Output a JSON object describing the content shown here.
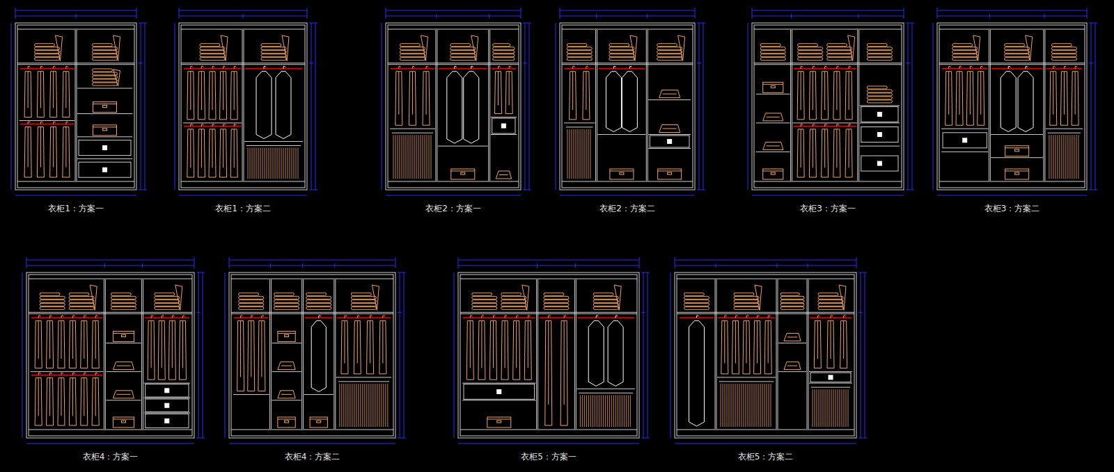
{
  "diagram": {
    "labels": [
      "衣柜1：方案一",
      "衣柜1：方案二",
      "衣柜2：方案一",
      "衣柜2：方案二",
      "衣柜3：方案一",
      "衣柜3：方案二",
      "衣柜4：方案一",
      "衣柜4：方案二",
      "衣柜5：方案一",
      "衣柜5：方案二"
    ]
  }
}
